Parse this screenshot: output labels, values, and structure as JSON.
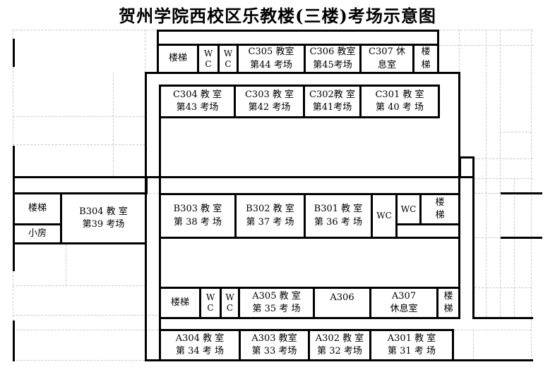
{
  "title": "贺州学院西校区乐教楼(三楼)考场示意图",
  "colors": {
    "wall": "#000000",
    "grid": "#c8c8c8",
    "paper": "#ffffff",
    "text": "#000000"
  },
  "floor": {
    "top_row": {
      "stair_left": "楼梯",
      "wc_1": "W\nC",
      "wc_2": "W\nC",
      "c305": "C305 教室\n第44 考场",
      "c306": "C306 教室\n第45考场",
      "c307": "C307 休\n息室",
      "stair_right": "楼\n梯"
    },
    "c_row": {
      "c304": "C304 教 室\n第43 考场",
      "c303": "C303 教 室\n第42 考场",
      "c302": "C302教 室\n第41考场",
      "c301": "C301 教 室\n第 40 考 场"
    },
    "west_wing": {
      "stair": "楼梯",
      "small_room": "小房",
      "b304": "B304 教 室\n第39 考场"
    },
    "b_row": {
      "b303": "B303 教 室\n第 38 考 场",
      "b302": "B302 教 室\n第 37 考 场",
      "b301": "B301 教 室\n第 36 考 场",
      "wc_big": "WC",
      "wc_small": "WC",
      "stair": "楼\n梯"
    },
    "a_row": {
      "stair_left": "楼梯",
      "wc_1": "W\nC",
      "wc_2": "W\nC",
      "a305": "A305 教 室\n第 35 考 场",
      "a306": "A306",
      "a307": "A307\n休息室",
      "stair_right": "楼\n梯"
    },
    "bottom_row": {
      "a304": "A304 教 室\n第 34 考 场",
      "a303": "A303 教室\n第 33 考场",
      "a302": "A302 教 室\n第 32 考场",
      "a301": "A301 教 室\n第 31 考 场"
    }
  }
}
